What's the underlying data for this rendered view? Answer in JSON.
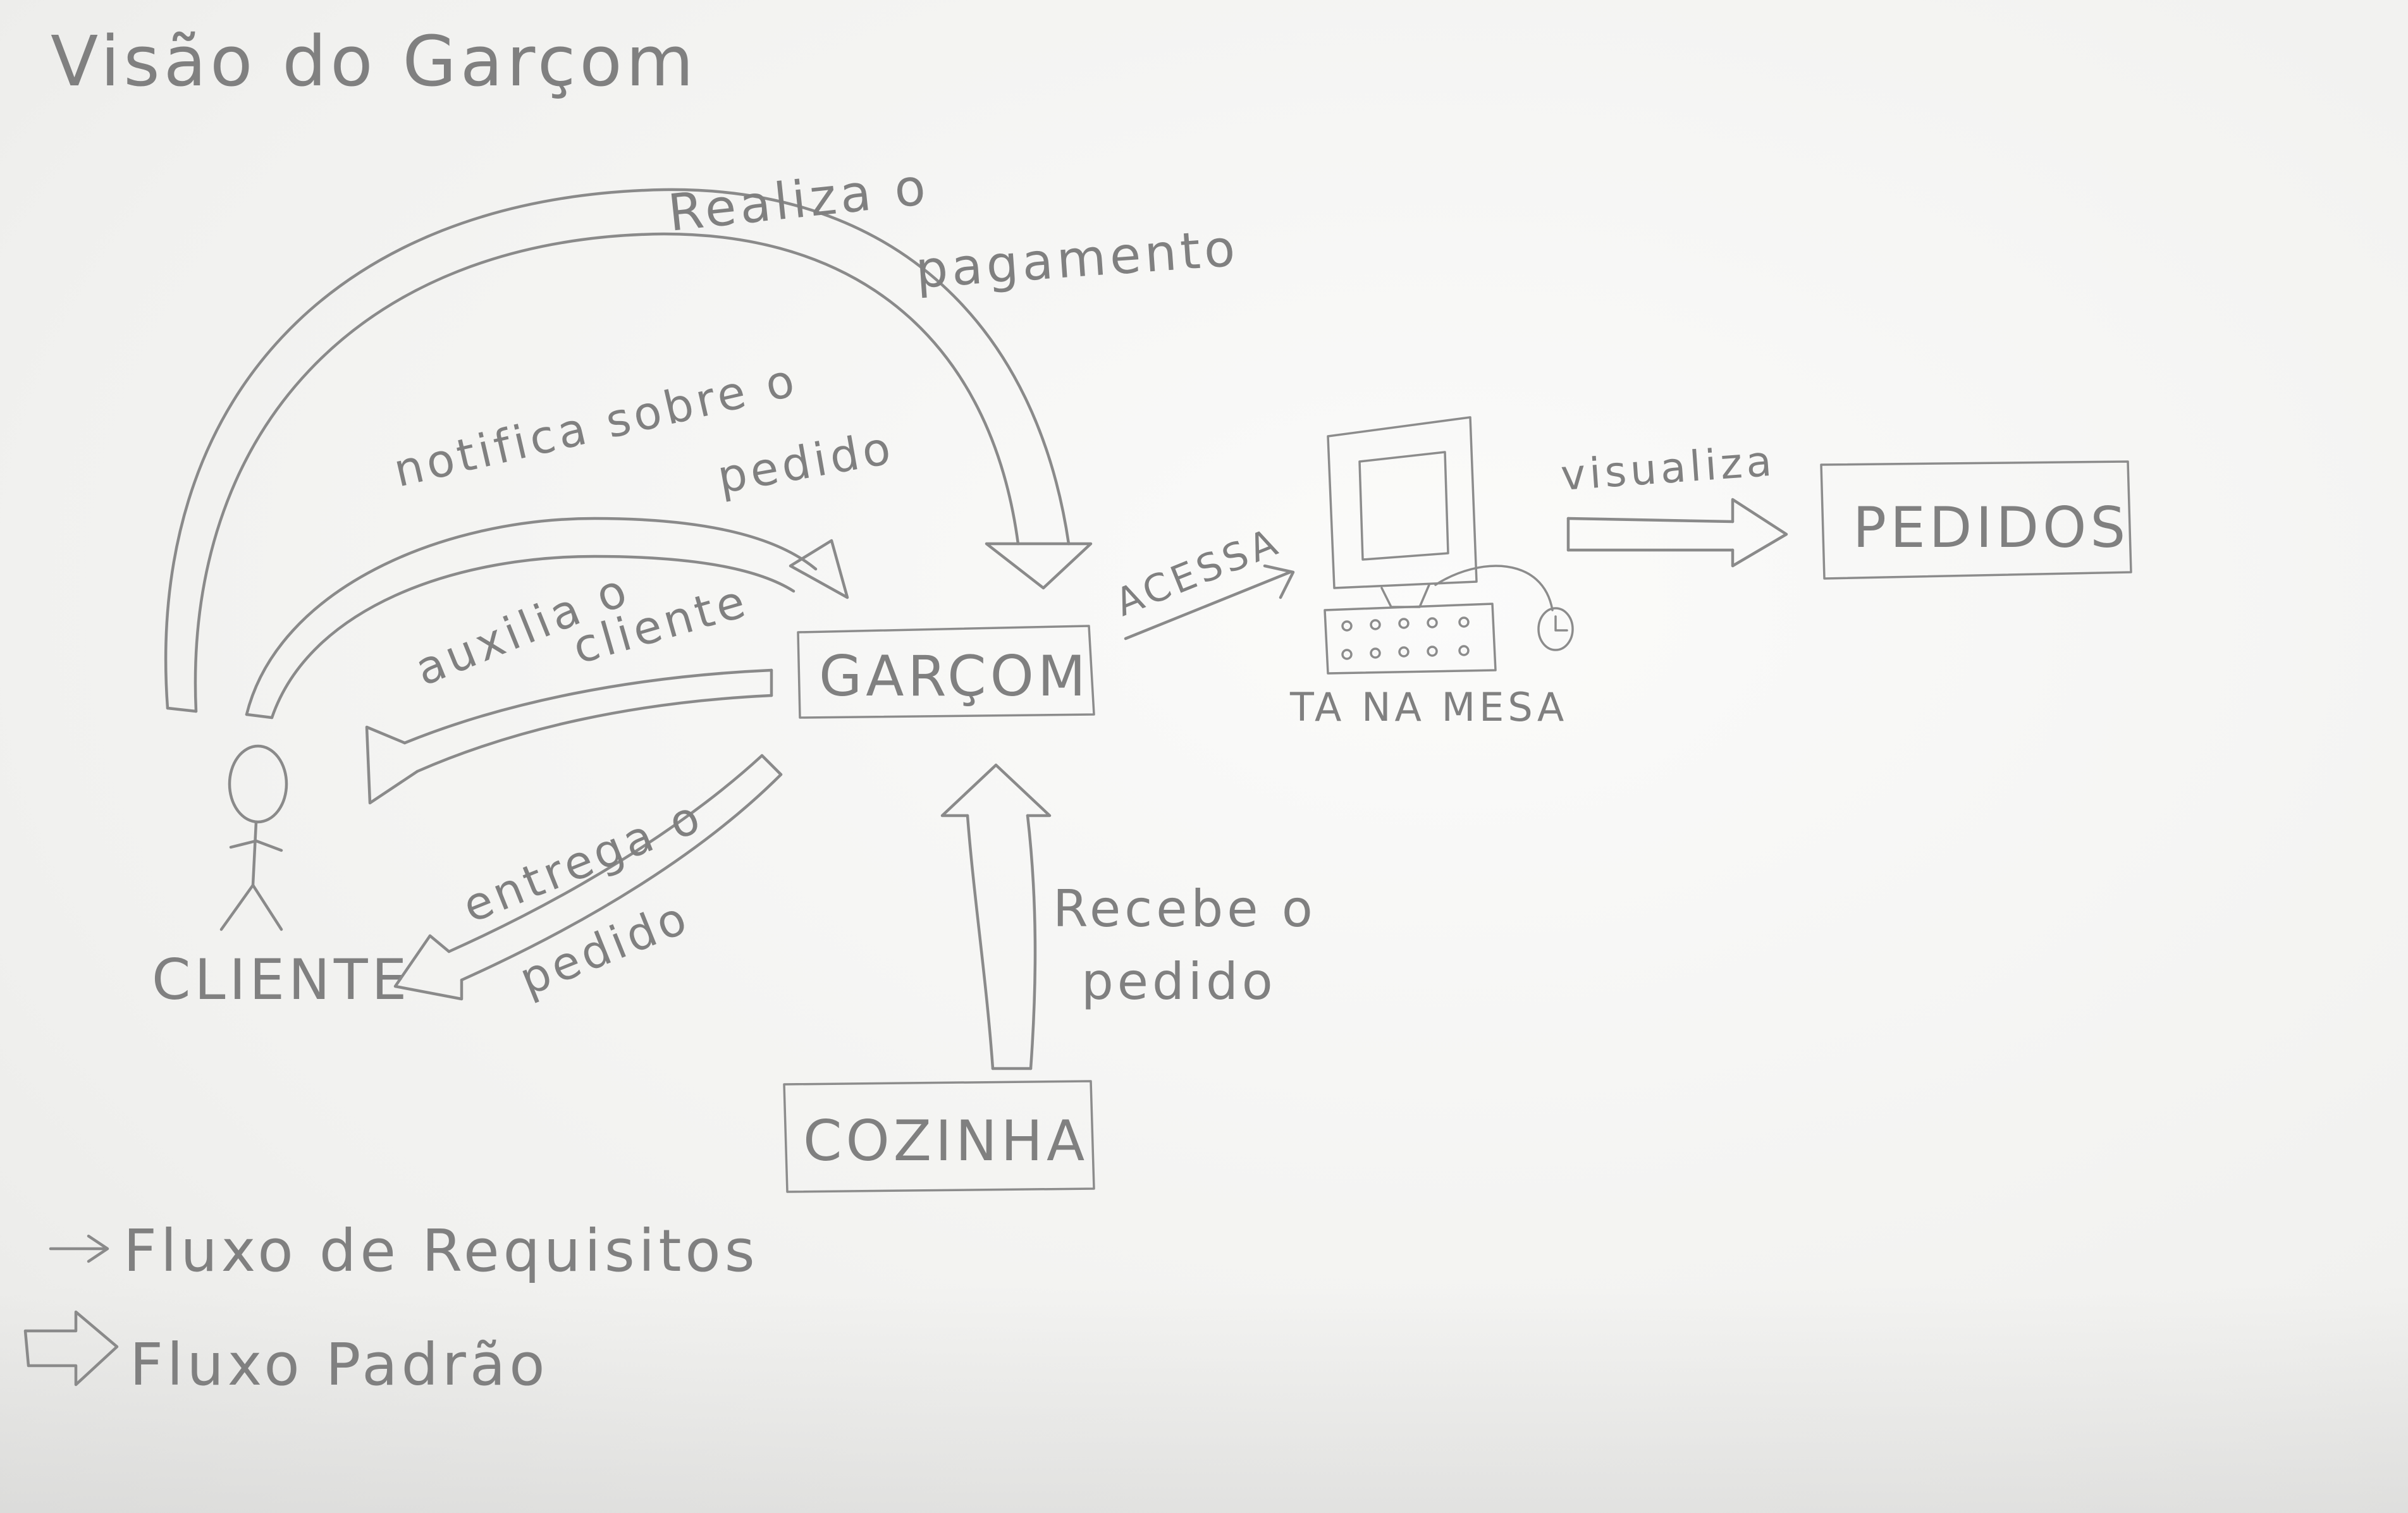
{
  "title": "Visão do Garçom",
  "nodes": {
    "garcom": "GARÇOM",
    "cliente": "CLIENTE",
    "cozinha": "COZINHA",
    "tablet": "TA NA MESA",
    "pedidos": "PEDIDOS"
  },
  "edges": {
    "realiza_line1": "Realiza o",
    "realiza_line2": "pagamento",
    "notifica_line1": "notifica sobre o",
    "notifica_line2": "pedido",
    "auxilia_line1": "auxilia o",
    "auxilia_line2": "cliente",
    "entrega_line1": "entrega o",
    "entrega_line2": "pedido",
    "recebe_line1": "Recebe o",
    "recebe_line2": "pedido",
    "acessa": "ACESSA",
    "visualiza": "visualiza"
  },
  "legend": {
    "requisitos": "Fluxo de Requisitos",
    "padrao": "Fluxo Padrão"
  },
  "colors": {
    "ink": "#8a8a8a",
    "paper": "#f3f3f1"
  }
}
